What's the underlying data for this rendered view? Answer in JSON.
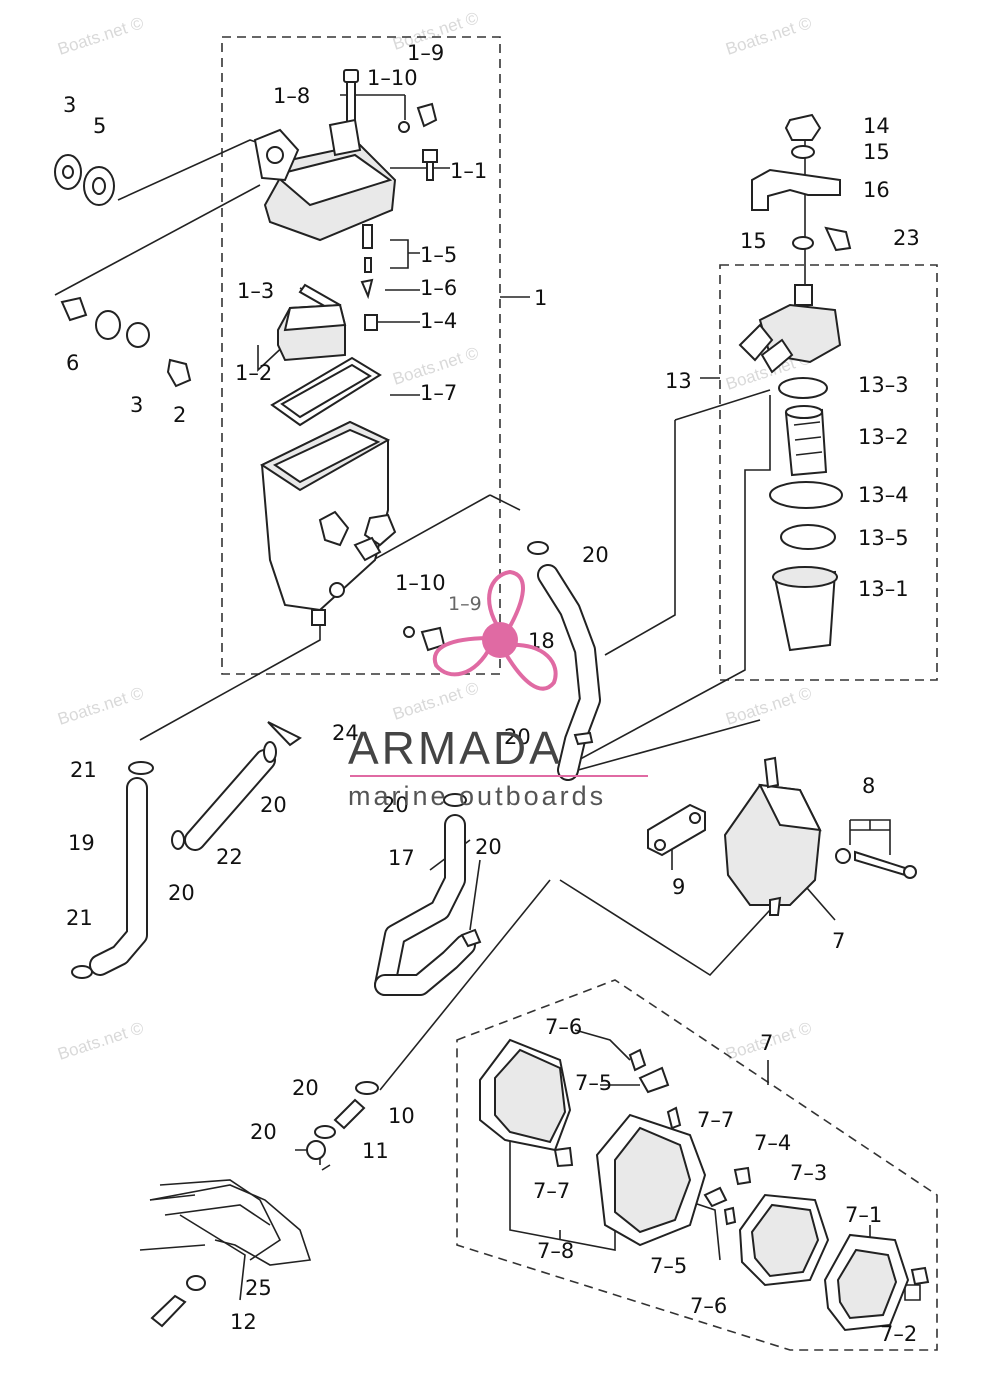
{
  "watermarks": [
    "Boats.net ©",
    "Boats.net ©",
    "Boats.net ©",
    "Boats.net ©",
    "Boats.net ©",
    "Boats.net ©",
    "Boats.net ©",
    "Boats.net ©",
    "Boats.net ©",
    "Boats.net ©"
  ],
  "brand": {
    "name": "ARMADA",
    "tagline": "marine outboards",
    "accent_color": "#e06aa3"
  },
  "callouts": {
    "c_3a": "3",
    "c_5": "5",
    "c_1_8": "1–8",
    "c_1_10a": "1–10",
    "c_1_9a": "1–9",
    "c_1_1": "1–1",
    "c_1_5": "1–5",
    "c_1_3": "1–3",
    "c_1_6": "1–6",
    "c_1": "1",
    "c_1_4": "1–4",
    "c_1_2": "1–2",
    "c_1_7": "1–7",
    "c_6": "6",
    "c_3b": "3",
    "c_2": "2",
    "c_14": "14",
    "c_15a": "15",
    "c_16": "16",
    "c_15b": "15",
    "c_23": "23",
    "c_13": "13",
    "c_13_3": "13–3",
    "c_13_2": "13–2",
    "c_13_4": "13–4",
    "c_13_5": "13–5",
    "c_13_1": "13–1",
    "c_20a": "20",
    "c_18": "18",
    "c_1_10b": "1–10",
    "c_1_9b": "1–9",
    "c_24": "24",
    "c_20b": "20",
    "c_21a": "21",
    "c_19": "19",
    "c_20c": "20",
    "c_22": "22",
    "c_20d": "20",
    "c_20e": "20",
    "c_17": "17",
    "c_20f": "20",
    "c_21b": "21",
    "c_8": "8",
    "c_9": "9",
    "c_7a": "7",
    "c_20g": "20",
    "c_10": "10",
    "c_20h": "20",
    "c_11": "11",
    "c_25": "25",
    "c_12": "12",
    "c_7b": "7",
    "c_7_6a": "7–6",
    "c_7_5a": "7–5",
    "c_7_7a": "7–7",
    "c_7_4": "7–4",
    "c_7_3": "7–3",
    "c_7_7b": "7–7",
    "c_7_8": "7–8",
    "c_7_1": "7–1",
    "c_7_5b": "7–5",
    "c_7_6b": "7–6",
    "c_7_2": "7–2"
  }
}
